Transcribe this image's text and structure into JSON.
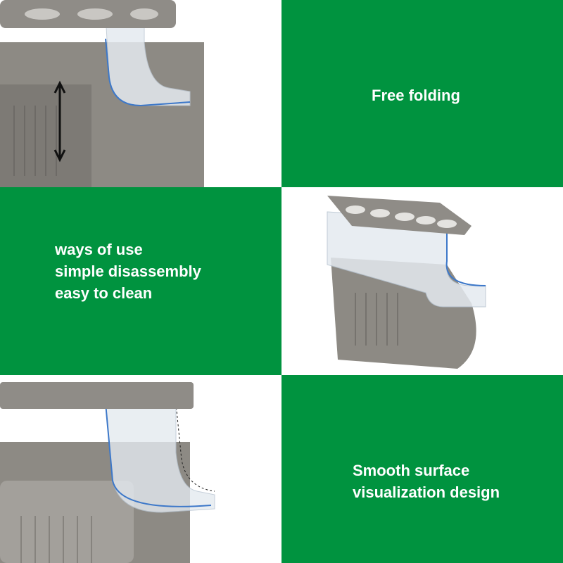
{
  "panels": {
    "folding": {
      "text": "Free folding"
    },
    "usage": {
      "lines": [
        "ways of use",
        "simple disassembly",
        "easy to clean"
      ]
    },
    "surface": {
      "lines": [
        "Smooth surface",
        "visualization design"
      ]
    }
  },
  "colors": {
    "green": "#00933f",
    "gray": "#8c8a85",
    "clear": "#dfe6ee"
  }
}
